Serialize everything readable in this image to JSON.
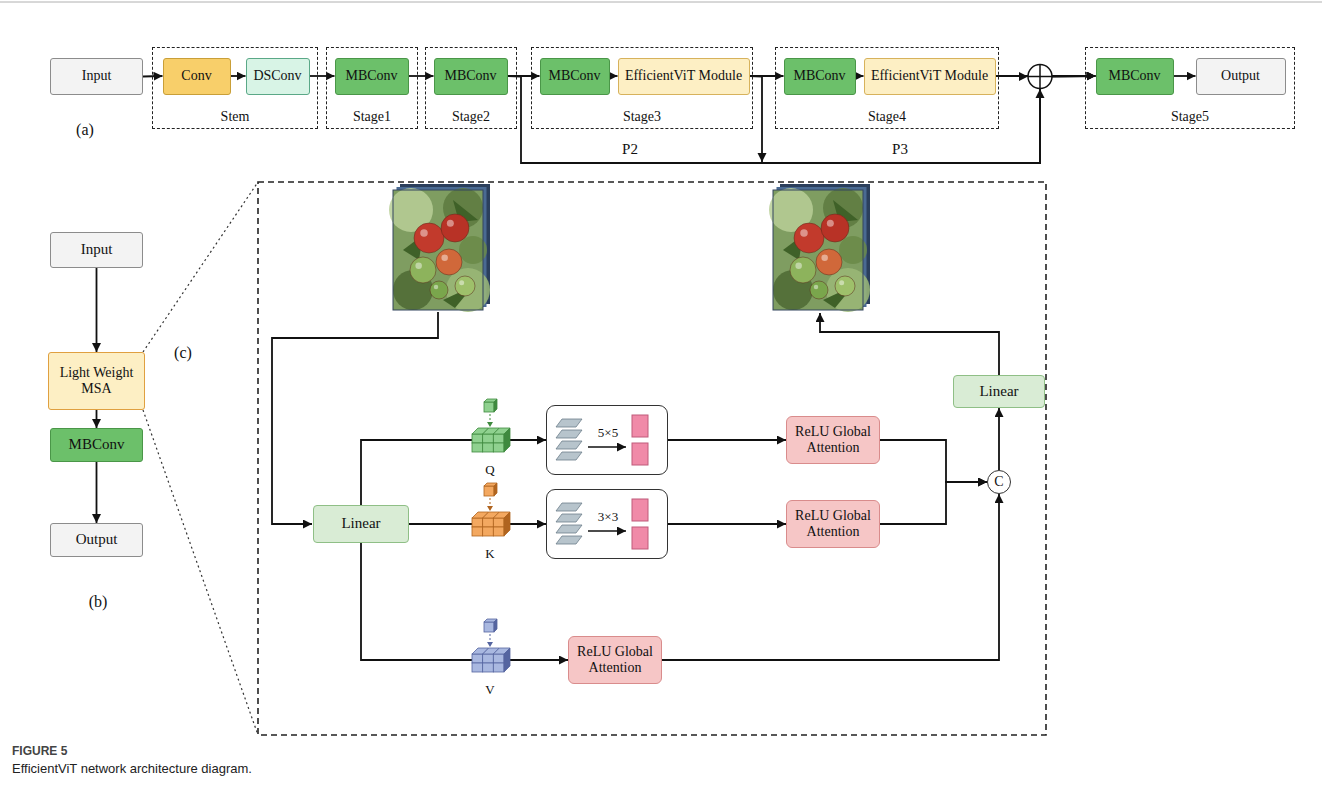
{
  "diagram": {
    "caption": "EfficientViT network architecture diagram.",
    "nodes": [
      {
        "text": [
          "Input"
        ]
      },
      {
        "text": [
          "Stem"
        ]
      },
      {
        "text": [
          "Conv"
        ],
        "in": 1
      },
      {
        "text": [
          "DSConv"
        ],
        "in": 1
      },
      {
        "text": [
          "Stage1"
        ]
      },
      {
        "text": [
          "MBConv"
        ],
        "in": 4
      },
      {
        "text": [
          "Stage2"
        ]
      },
      {
        "text": [
          "MBConv"
        ],
        "in": 6
      },
      {
        "text": [
          "Stage3"
        ]
      },
      {
        "text": [
          "MBConv"
        ],
        "in": 8
      },
      {
        "text": [
          "EfficientViT Module"
        ],
        "in": 8
      },
      {
        "text": [
          "Stage4"
        ]
      },
      {
        "text": [
          "MBConv"
        ],
        "in": 11
      },
      {
        "text": [
          "EfficientViT Module"
        ],
        "in": 11
      },
      {
        "text": [
          "Stage5"
        ]
      },
      {
        "text": [
          "MBConv"
        ],
        "in": 14
      },
      {
        "text": [
          "Output"
        ],
        "in": 14
      },
      {
        "text": [
          "Input"
        ]
      },
      {
        "text": [
          "Light Weight MSA"
        ]
      },
      {
        "text": [
          "MBConv"
        ]
      },
      {
        "text": [
          "Output"
        ]
      },
      {
        "text": [
          "Linear"
        ]
      },
      {
        "text": [
          "5×5"
        ]
      },
      {
        "text": [
          "3×3"
        ]
      },
      {
        "text": [
          "ReLU Global Attention"
        ]
      },
      {
        "text": [
          "ReLU Global Attention"
        ]
      },
      {
        "text": [
          "ReLU Global Attention"
        ]
      },
      {
        "text": [
          "C"
        ]
      },
      {
        "text": [
          "Linear"
        ]
      }
    ],
    "edges": [
      {
        "from": 0,
        "to": 2,
        "arrow": "to"
      },
      {
        "from": 2,
        "to": 3,
        "arrow": "to"
      },
      {
        "from": 3,
        "to": 5,
        "arrow": "to"
      },
      {
        "from": 5,
        "to": 7,
        "arrow": "to"
      },
      {
        "from": 7,
        "to": 9,
        "arrow": "to"
      },
      {
        "from": 9,
        "to": 10,
        "arrow": "to"
      },
      {
        "from": 10,
        "to": 12,
        "arrow": "to"
      },
      {
        "from": 12,
        "to": 13,
        "arrow": "to"
      },
      {
        "from": 13,
        "to": 15,
        "arrow": "to"
      },
      {
        "from": 15,
        "to": 16,
        "arrow": "to"
      },
      {
        "from": 7,
        "to": 15,
        "label": "P2",
        "arrow": "to"
      },
      {
        "from": 10,
        "to": 15,
        "label": "P3",
        "arrow": "to"
      },
      {
        "from": 17,
        "to": 18,
        "arrow": "to"
      },
      {
        "from": 18,
        "to": 19,
        "arrow": "to"
      },
      {
        "from": 19,
        "to": 20,
        "arrow": "to"
      },
      {
        "from": 21,
        "to": 22,
        "arrow": "to"
      },
      {
        "from": 21,
        "to": 23,
        "arrow": "to"
      },
      {
        "from": 21,
        "to": 26,
        "arrow": "to"
      },
      {
        "from": 22,
        "to": 24,
        "arrow": "to"
      },
      {
        "from": 23,
        "to": 25,
        "arrow": "to"
      },
      {
        "from": 24,
        "to": 27,
        "arrow": "to"
      },
      {
        "from": 25,
        "to": 27,
        "arrow": "to"
      },
      {
        "from": 26,
        "to": 27,
        "arrow": "to"
      },
      {
        "from": 27,
        "to": 28,
        "arrow": "to"
      }
    ],
    "labels": [
      "(a)",
      "(b)",
      "(c)",
      "Q",
      "K",
      "V",
      "FIGURE 5"
    ]
  }
}
